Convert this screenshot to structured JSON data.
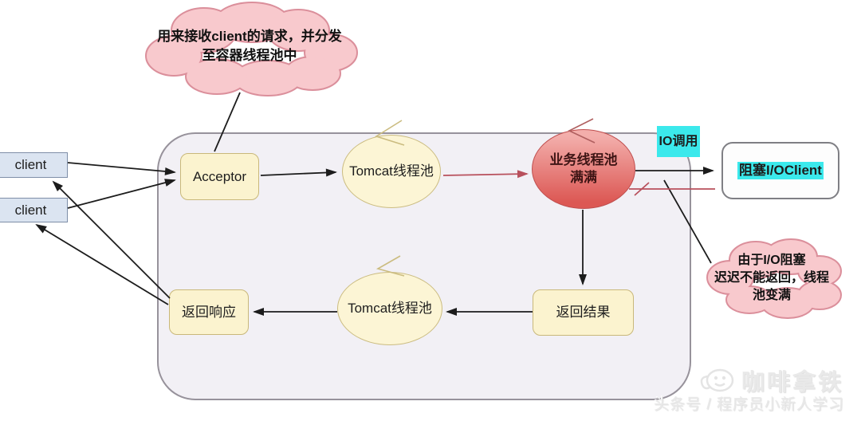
{
  "clouds": {
    "top": {
      "line1": "用来接收client的请求，并分发",
      "line2": "至容器线程池中"
    },
    "right": {
      "line1": "由于I/O阻塞",
      "line2": "迟迟不能返回，线程",
      "line3": "池变满"
    }
  },
  "nodes": {
    "client1": "client",
    "client2": "client",
    "acceptor": "Acceptor",
    "tomcat_pool_top": "Tomcat线程池",
    "busy_pool_line1": "业务线程池",
    "busy_pool_line2": "满满",
    "io_call_label": "IO调用",
    "blocking_io_client": "阻塞I/OClient",
    "return_result": "返回结果",
    "tomcat_pool_bottom": "Tomcat线程池",
    "return_response": "返回响应"
  },
  "watermark": {
    "brand": "咖啡拿铁",
    "byline": "头条号 / 程序员小新人学习"
  },
  "colors": {
    "cloud_fill": "#f8c9cd",
    "cloud_border": "#db8f9b",
    "node_yellow_fill": "#fbf3cf",
    "node_yellow_border": "#c9b87a",
    "client_fill": "#dbe4f1",
    "client_border": "#7e8ea8",
    "busy_gradient_top": "#f3aeab",
    "busy_gradient_bottom": "#dc5854",
    "cyan_highlight": "#3be9ec",
    "arrow_black": "#1c1c1c",
    "arrow_pink": "#b8505c",
    "container_fill": "#f2f0f5",
    "container_border": "#97929b"
  }
}
